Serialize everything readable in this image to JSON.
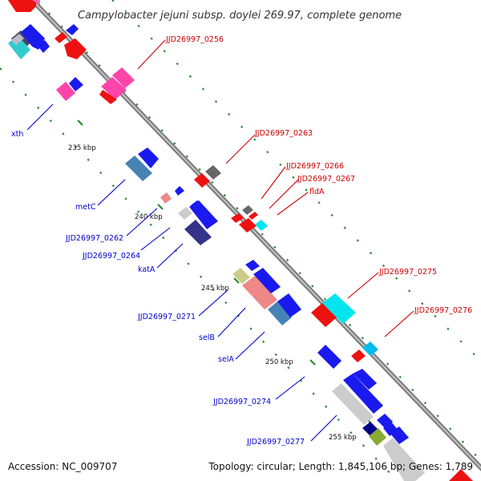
{
  "title": "Campylobacter jejuni subsp. doylei 269.97, complete genome",
  "footer": {
    "accession": "Accession: NC_009707",
    "summary": "Topology: circular; Length: 1,845,106 bp; Genes: 1,789"
  },
  "colors": {
    "forward_label": "#cc0000",
    "reverse_label": "#0000cc",
    "backbone": "#9a9a9a",
    "tick": "#2e8b2e"
  },
  "kbp_labels": [
    "235 kbp",
    "240 kbp",
    "245 kbp",
    "250 kbp",
    "255 kbp"
  ],
  "forward_labels": [
    "JJD26997_0256",
    "JJD26997_0263",
    "JJD26997_0266",
    "JJD26997_0267",
    "fldA",
    "JJD26997_0275",
    "JJD26997_0276"
  ],
  "reverse_labels": [
    "xth",
    "metC",
    "JJD26997_0262",
    "JJD26997_0264",
    "katA",
    "JJD26997_0271",
    "selB",
    "selA",
    "JJD26997_0274",
    "JJD26997_0277"
  ]
}
